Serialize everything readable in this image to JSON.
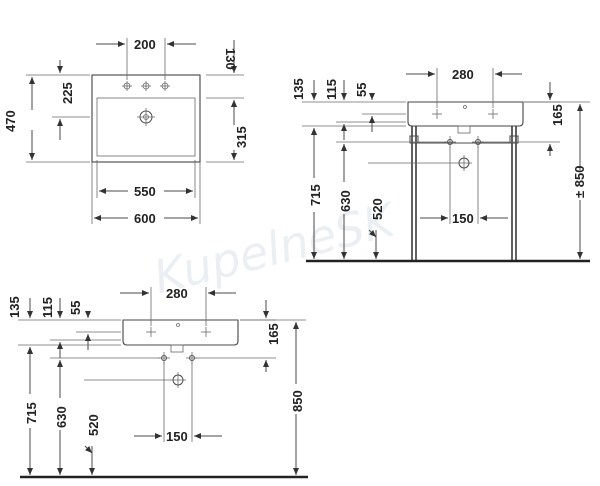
{
  "watermark": "KupelneSK",
  "top_view": {
    "w200": "200",
    "d130": "130",
    "h225": "225",
    "h470": "470",
    "d315": "315",
    "w550": "550",
    "w600": "600"
  },
  "side_view_stand": {
    "d135": "135",
    "d115": "115",
    "d55": "55",
    "w280": "280",
    "h165": "165",
    "h850": "± 850",
    "h715": "715",
    "h630": "630",
    "h520": "520",
    "w150": "150"
  },
  "side_view_wall": {
    "d135": "135",
    "d115": "115",
    "d55": "55",
    "w280": "280",
    "h165": "165",
    "h850": "850",
    "h715": "715",
    "h630": "630",
    "h520": "520",
    "w150": "150"
  }
}
